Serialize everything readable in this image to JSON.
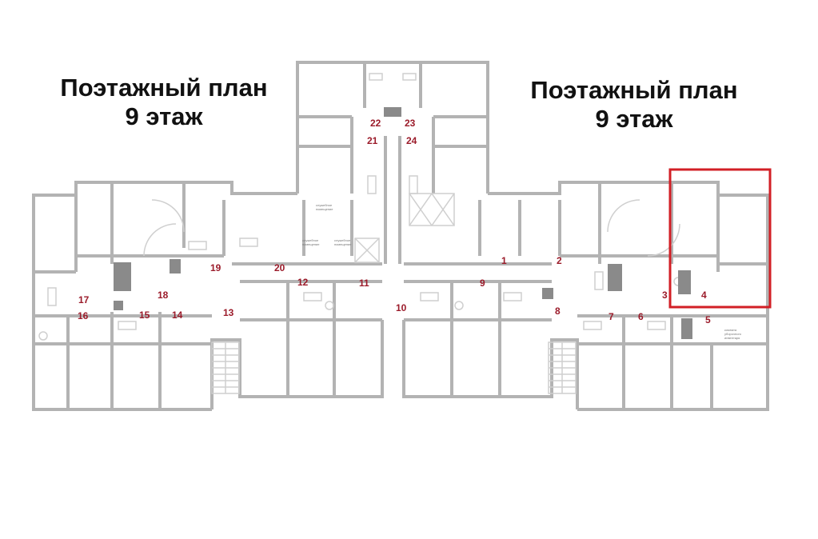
{
  "titles": {
    "left": {
      "line1": "Поэтажный план",
      "line2": "9 этаж"
    },
    "right": {
      "line1": "Поэтажный план",
      "line2": "9 этаж"
    }
  },
  "colors": {
    "wall": "#b3b3b3",
    "wall_dark": "#8a8a8a",
    "number": "#9b1b2a",
    "highlight": "#d21f26",
    "background": "#ffffff"
  },
  "apartments": [
    {
      "number": "1"
    },
    {
      "number": "2"
    },
    {
      "number": "3"
    },
    {
      "number": "4"
    },
    {
      "number": "5"
    },
    {
      "number": "6"
    },
    {
      "number": "7"
    },
    {
      "number": "8"
    },
    {
      "number": "9"
    },
    {
      "number": "10"
    },
    {
      "number": "11"
    },
    {
      "number": "12"
    },
    {
      "number": "13"
    },
    {
      "number": "14"
    },
    {
      "number": "15"
    },
    {
      "number": "16"
    },
    {
      "number": "17"
    },
    {
      "number": "18"
    },
    {
      "number": "19"
    },
    {
      "number": "20"
    },
    {
      "number": "21"
    },
    {
      "number": "22"
    },
    {
      "number": "23"
    },
    {
      "number": "24"
    }
  ],
  "highlighted_apartment": "4"
}
